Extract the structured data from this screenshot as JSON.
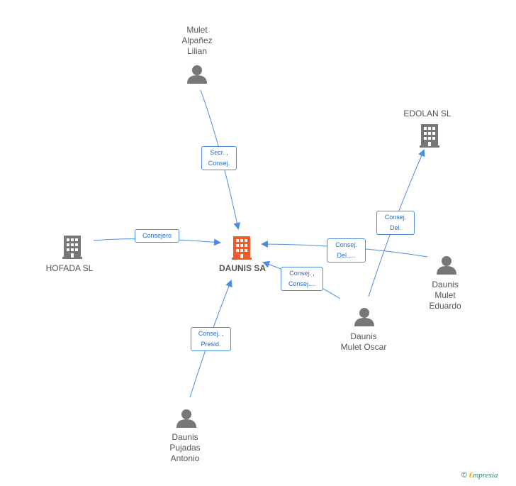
{
  "center": {
    "label": "DAUNIS SA",
    "icon": "building-icon",
    "color": "#f05a28"
  },
  "nodes": [
    {
      "id": "mulet-alpanez",
      "label": "Mulet\nAlpañez\nLilian",
      "icon": "person-icon"
    },
    {
      "id": "edolan",
      "label": "EDOLAN SL",
      "icon": "building-icon"
    },
    {
      "id": "hofada",
      "label": "HOFADA  SL",
      "icon": "building-icon"
    },
    {
      "id": "daunis-eduardo",
      "label": "Daunis\nMulet\nEduardo",
      "icon": "person-icon"
    },
    {
      "id": "daunis-oscar",
      "label": "Daunis\nMulet Oscar",
      "icon": "person-icon"
    },
    {
      "id": "daunis-antonio",
      "label": "Daunis\nPujadas\nAntonio",
      "icon": "person-icon"
    }
  ],
  "edges": [
    {
      "id": "e1",
      "label": "Secr. ,\nConsej."
    },
    {
      "id": "e2",
      "label": "Consejero"
    },
    {
      "id": "e3",
      "label": "Consej.\nDel.,..."
    },
    {
      "id": "e4",
      "label": "Consej. ,\nConsej...."
    },
    {
      "id": "e5",
      "label": "Consej.\nDel."
    },
    {
      "id": "e6",
      "label": "Consej. ,\nPresid."
    }
  ],
  "footer": {
    "copyright": "©",
    "brand_initial": "€",
    "brand_rest": "mpresia"
  },
  "colors": {
    "edge": "#4a8de0",
    "node_icon": "#777777",
    "center_icon": "#f05a28"
  }
}
